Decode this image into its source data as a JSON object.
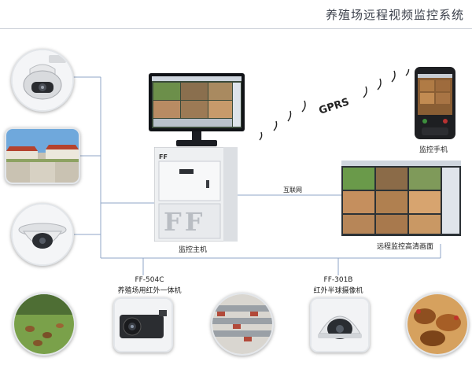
{
  "title": "养殖场远程视频监控系统",
  "labels": {
    "server": "监控主机",
    "phone": "监控手机",
    "remote_screen": "远程监控高清画面",
    "internet": "互联网",
    "gprs": "GPRS",
    "cam_504c_model": "FF-504C",
    "cam_504c_name": "养殖场用红外一体机",
    "cam_301b_model": "FF-301B",
    "cam_301b_name": "红外半球摄像机",
    "server_logo": "FF"
  },
  "colors": {
    "line": "#8fa6c7",
    "title": "#3a3f4a"
  }
}
